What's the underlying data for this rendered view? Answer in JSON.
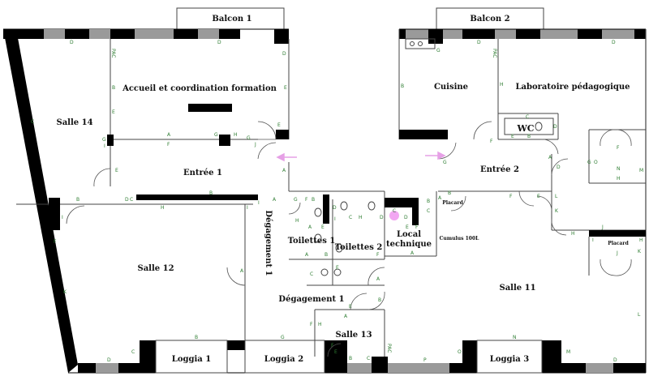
{
  "rooms": {
    "balcon1": "Balcon 1",
    "balcon2": "Balcon 2",
    "accueil": "Accueil et coordination formation",
    "cuisine": "Cuisine",
    "laboratoire": "Laboratoire pédagogique",
    "wc": "WC",
    "salle14": "Salle 14",
    "entree1": "Entrée 1",
    "entree2": "Entrée 2",
    "salle12": "Salle 12",
    "degagement1_vertical": "Dégagement 1",
    "toilettes1": "Toilettes 1",
    "toilettes2": "Toilettes 2",
    "local_technique_1": "Local",
    "local_technique_2": "technique",
    "placard_top": "Placard",
    "cumulus": "Cumulus 100L",
    "placard_right": "Placard",
    "salle11": "Salle 11",
    "degagement1": "Dégagement 1",
    "salle13": "Salle 13",
    "loggia1": "Loggia 1",
    "loggia2": "Loggia 2",
    "loggia3": "Loggia 3"
  },
  "markers": {
    "A": "A",
    "B": "B",
    "C": "C",
    "D": "D",
    "E": "E",
    "F": "F",
    "G": "G",
    "H": "H",
    "I": "I",
    "J": "J",
    "K": "K",
    "L": "L",
    "M": "M",
    "N": "N",
    "O": "O",
    "P": "P",
    "PAC": "PAC"
  },
  "colors": {
    "wall": "#000000",
    "window": "#9a9a9a",
    "marker": "#2e7d32",
    "arrow": "#e6a0e6"
  }
}
